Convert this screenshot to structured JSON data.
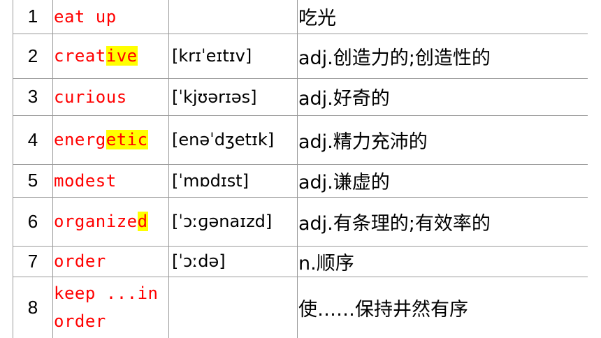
{
  "rows": [
    {
      "num": "1",
      "word": {
        "pre": "eat up",
        "hl": "",
        "post": ""
      },
      "phonetic": "",
      "meaning": "吃光"
    },
    {
      "num": "2",
      "word": {
        "pre": "creat",
        "hl": "ive",
        "post": ""
      },
      "phonetic": "[krɪˈeɪtɪv]",
      "meaning": "adj.创造力的;创造性的"
    },
    {
      "num": "3",
      "word": {
        "pre": "curious",
        "hl": "",
        "post": ""
      },
      "phonetic": "[ˈkjʊərɪəs]",
      "meaning": "adj.好奇的"
    },
    {
      "num": "4",
      "word": {
        "pre": "energ",
        "hl": "etic",
        "post": ""
      },
      "phonetic": "[enəˈdʒetɪk]",
      "meaning": "adj.精力充沛的"
    },
    {
      "num": "5",
      "word": {
        "pre": "modest",
        "hl": "",
        "post": ""
      },
      "phonetic": "[ˈmɒdɪst]",
      "meaning": "adj.谦虚的"
    },
    {
      "num": "6",
      "word": {
        "pre": "organize",
        "hl": "d",
        "post": ""
      },
      "phonetic": "[ˈɔːɡənaɪzd]",
      "meaning": "adj.有条理的;有效率的"
    },
    {
      "num": "7",
      "word": {
        "pre": "order",
        "hl": "",
        "post": ""
      },
      "phonetic": "[ˈɔːdə]",
      "meaning": "n.顺序"
    },
    {
      "num": "8",
      "word": {
        "pre": "keep ...in order",
        "hl": "",
        "post": ""
      },
      "phonetic": "",
      "meaning": "使……保持井然有序"
    }
  ],
  "colors": {
    "word_text": "#ff0000",
    "highlight": "#ffff00",
    "grid_line": "#9a9a9a",
    "meaning_divider": "#2f5f2f"
  }
}
